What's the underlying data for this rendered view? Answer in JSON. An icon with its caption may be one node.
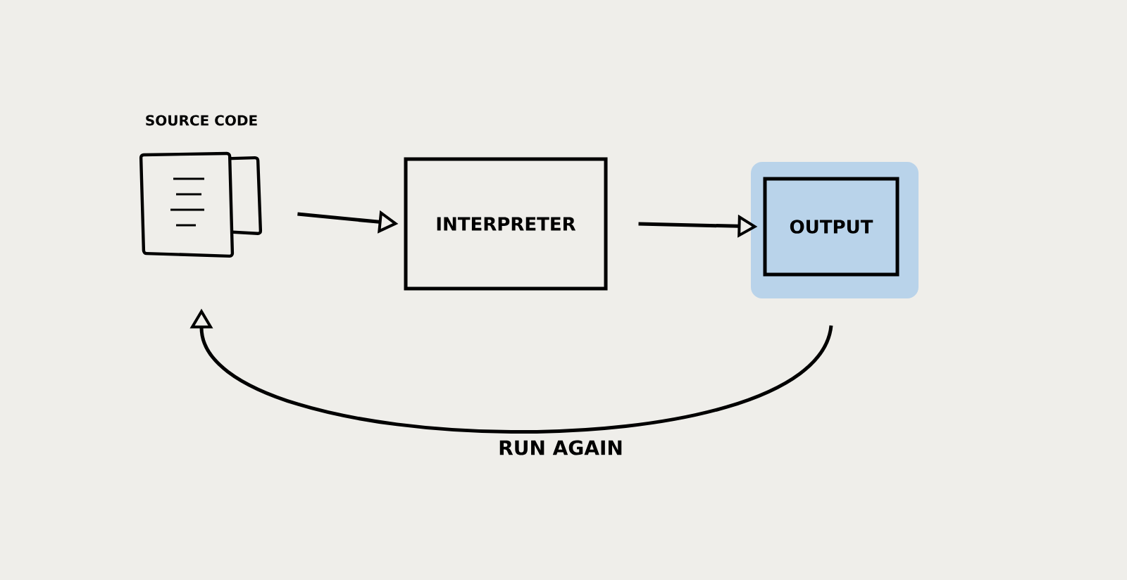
{
  "diagram": {
    "nodes": [
      {
        "text": [
          "SOURCE CODE"
        ]
      },
      {
        "text": [
          "INTERPRETER"
        ]
      },
      {
        "text": [
          "OUTPUT"
        ]
      }
    ],
    "edges": [
      {
        "from": 0,
        "to": 1,
        "arrow": "to"
      },
      {
        "from": 1,
        "to": 2,
        "arrow": "to"
      },
      {
        "from": 2,
        "to": 0,
        "arrow": "to",
        "label": "RUN AGAIN"
      }
    ]
  }
}
